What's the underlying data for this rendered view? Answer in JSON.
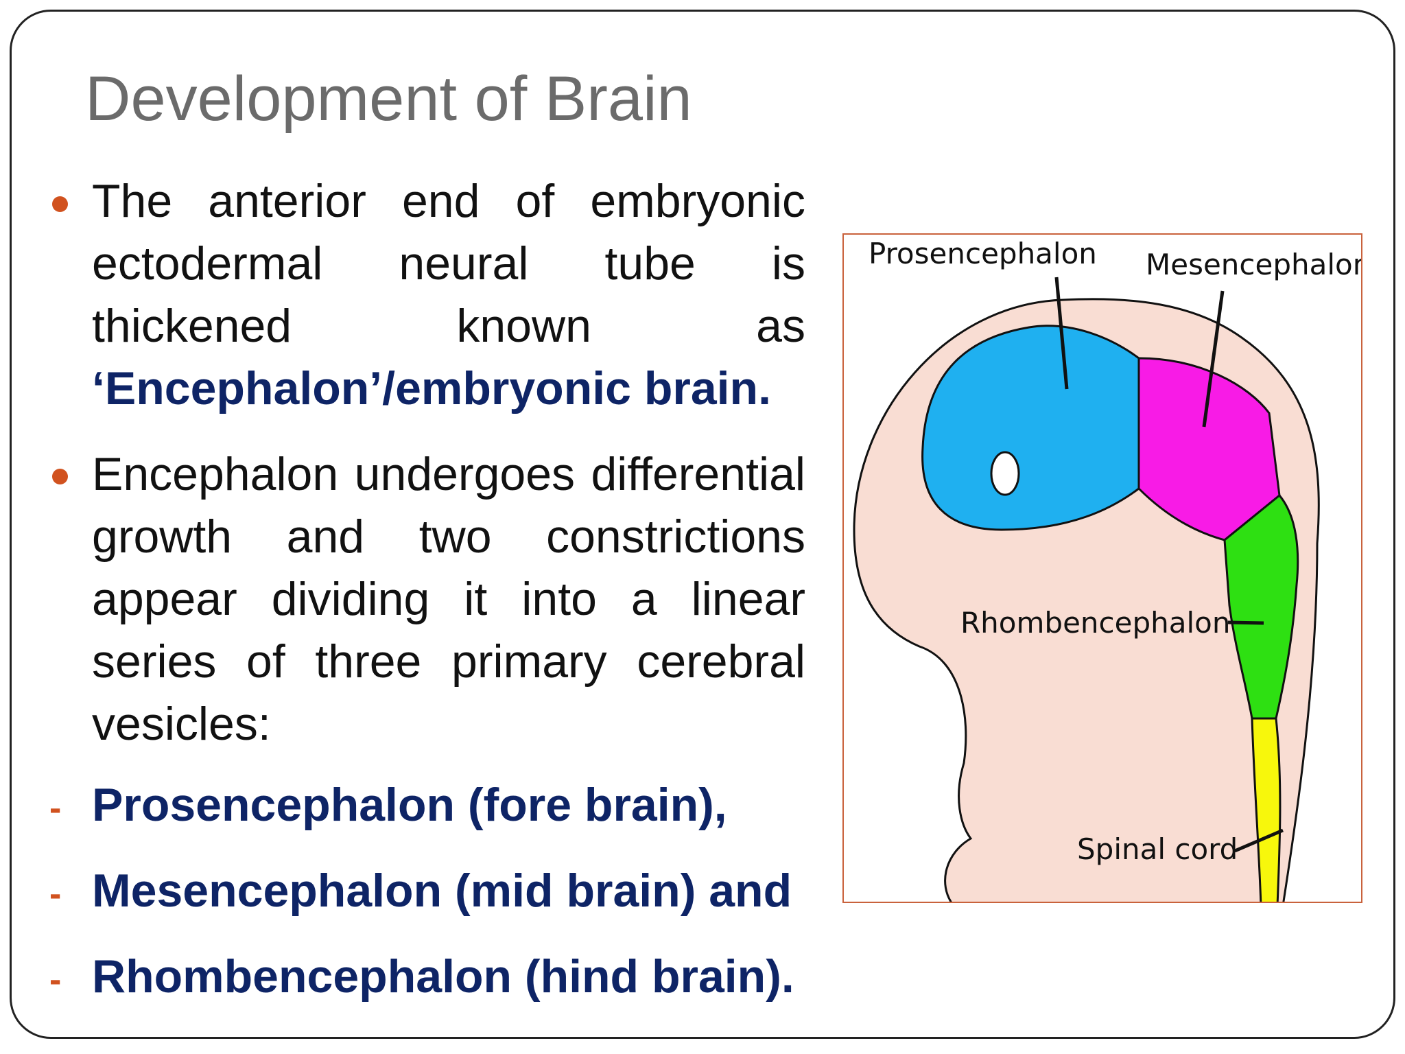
{
  "slide": {
    "title": "Development of Brain"
  },
  "bullets": [
    {
      "text": "The anterior end of embryonic ectodermal neural tube is thickened known as",
      "emphasis": "‘Encephalon’/embryonic brain."
    },
    {
      "text": "Encephalon undergoes differential growth and two constrictions appear dividing it into a linear series of three primary cerebral vesicles:"
    }
  ],
  "dash_items": [
    {
      "marker": "-",
      "text": "Prosencephalon (fore brain),"
    },
    {
      "marker": "-",
      "text": "Mesencephalon (mid brain) and"
    },
    {
      "marker": "-",
      "text": "Rhombencephalon (hind brain)."
    }
  ],
  "diagram": {
    "labels": {
      "prosencephalon": "Prosencephalon",
      "mesencephalon": "Mesencephalon",
      "rhombencephalon": "Rhombencephalon",
      "spinal_cord": "Spinal cord"
    },
    "colors": {
      "embryo_body": "#f9ddd3",
      "prosencephalon": "#1fb0f0",
      "mesencephalon": "#f81be6",
      "rhombencephalon": "#2ee012",
      "spinal_cord": "#f7f70c",
      "frame_border": "#c9623c"
    }
  },
  "colors": {
    "title": "#6b6b6b",
    "bullet_marker": "#d1521f",
    "emphasis_text": "#0e2466"
  }
}
